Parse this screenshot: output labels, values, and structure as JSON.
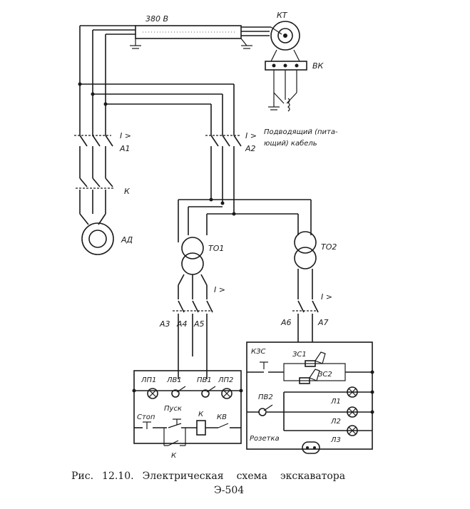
{
  "labels": {
    "voltage": "380 В",
    "kt": "КТ",
    "vk": "ВК",
    "cable": "Подводящий (пита-",
    "cable2": "ющий) кабель",
    "i_a1": "I >",
    "a1": "А1",
    "i_a2": "I >",
    "a2": "А2",
    "k": "К",
    "ad": "АД",
    "to1": "ТО1",
    "to2": "ТО2",
    "i_left": "I >",
    "i_right": "I >",
    "a3": "А3",
    "a4": "А4",
    "a5": "А5",
    "a6": "А6",
    "a7": "А7",
    "lp1": "ЛП1",
    "lv1": "ЛВ1",
    "pv1": "ПВ1",
    "lp2": "ЛП2",
    "stop": "Стоп",
    "pusk": "Пуск",
    "k_coil": "К",
    "kv": "КВ",
    "k_contact": "К",
    "kzs": "КЗС",
    "zs1": "ЗС1",
    "zs2": "ЗС2",
    "pv2": "ПВ2",
    "l1": "Л1",
    "l2": "Л2",
    "l3": "Л3",
    "socket": "Розетка"
  },
  "caption": {
    "prefix": "Рис.",
    "number": "12.10.",
    "word1": "Электрическая",
    "word2": "схема",
    "word3": "экскаватора",
    "line2": "Э-504"
  }
}
